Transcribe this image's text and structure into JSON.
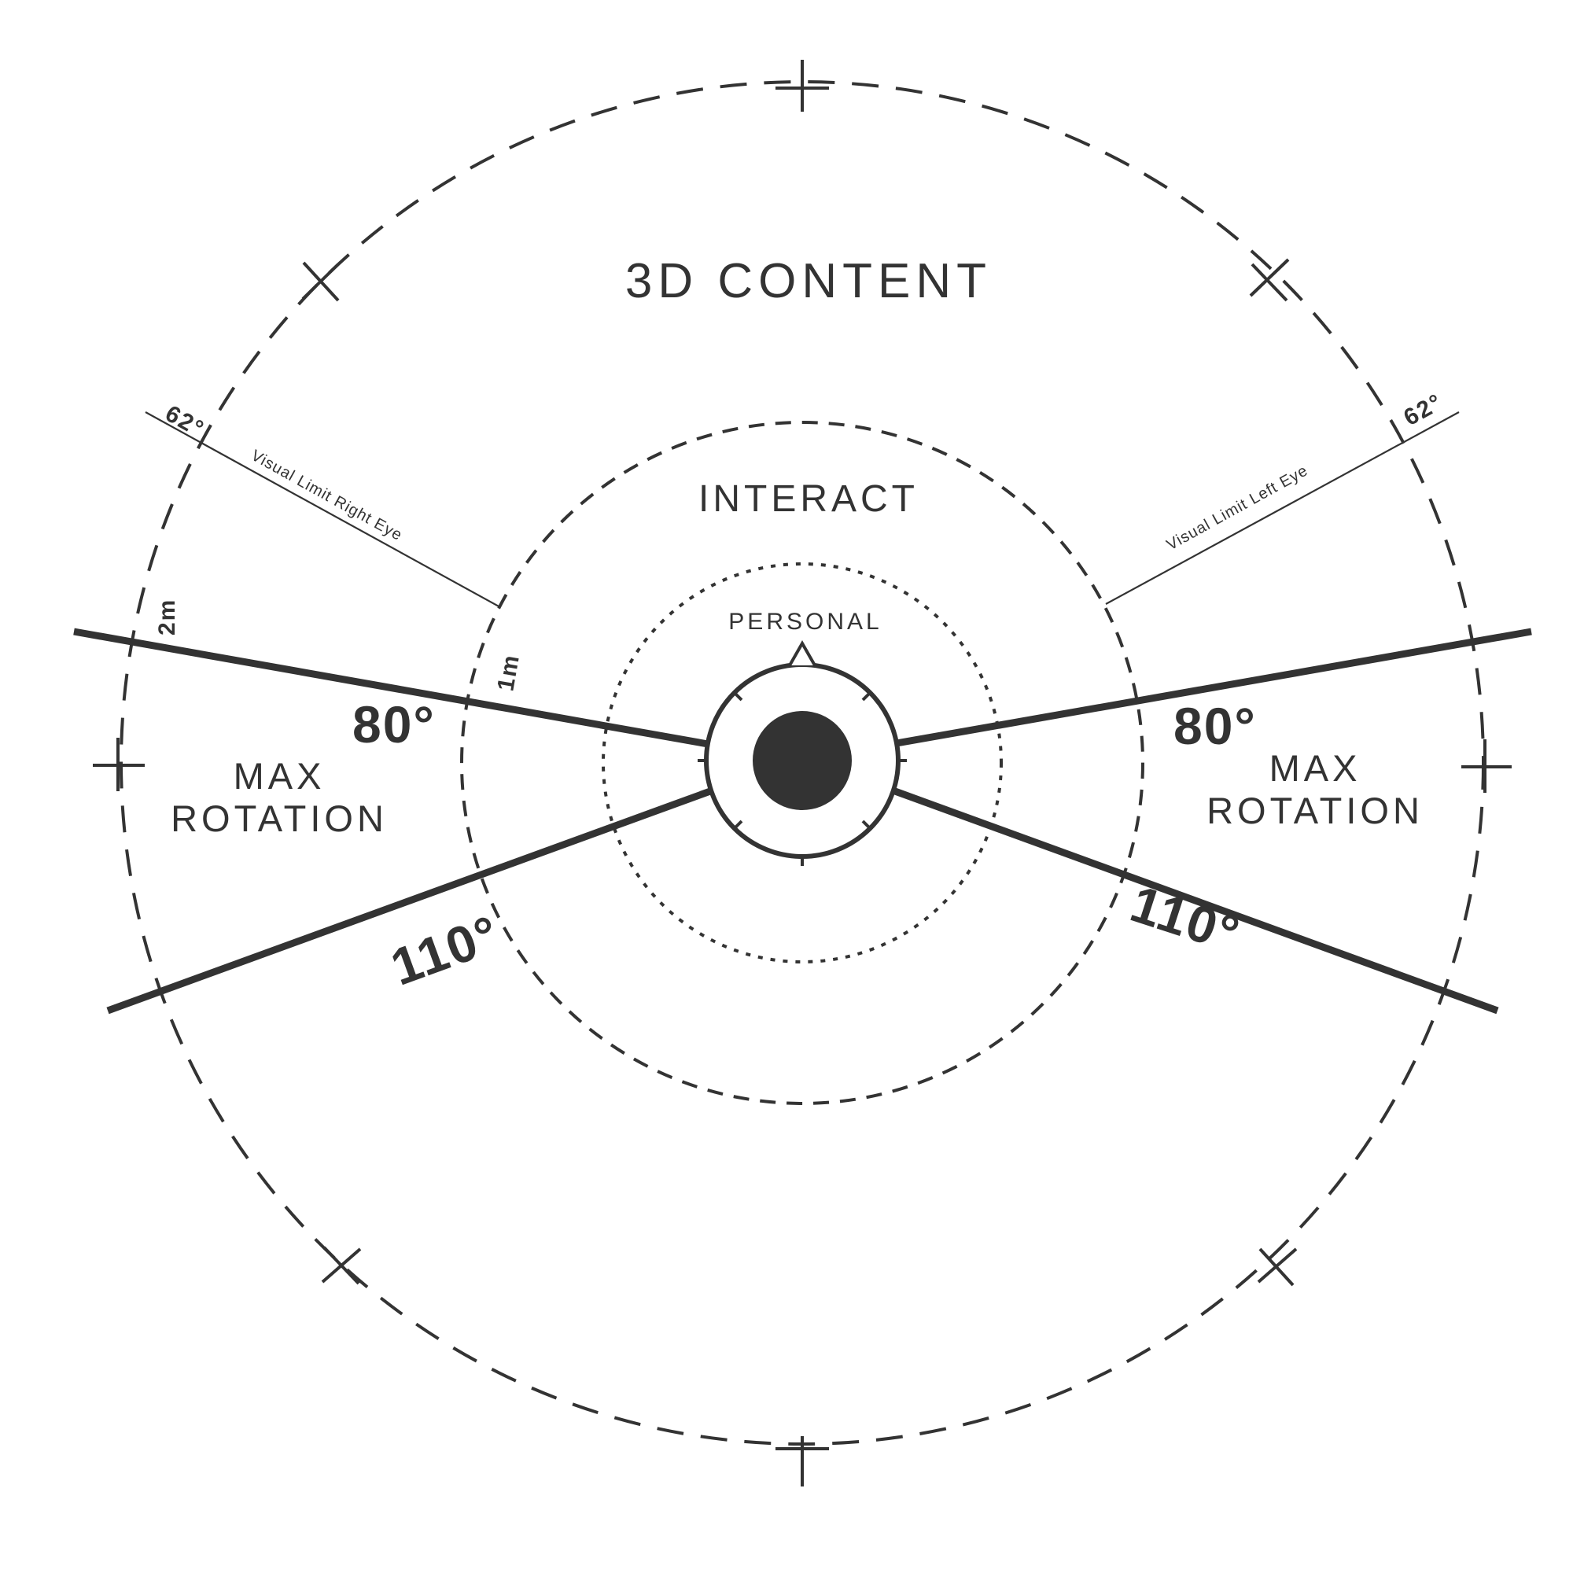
{
  "zones": {
    "outer": "3D CONTENT",
    "middle": "INTERACT",
    "inner": "PERSONAL"
  },
  "left_region": {
    "line1": "MAX",
    "line2": "ROTATION",
    "upper_angle": "80°",
    "lower_angle": "110°",
    "visual_limit_label": "Visual Limit Right Eye",
    "visual_limit_angle": "62°"
  },
  "right_region": {
    "line1": "MAX",
    "line2": "ROTATION",
    "upper_angle": "80°",
    "lower_angle": "110°",
    "visual_limit_label": "Visual Limit Left Eye",
    "visual_limit_angle": "62°"
  },
  "distances": {
    "outer_ring": "2m",
    "middle_ring": "1m"
  },
  "colors": {
    "ink": "#333333",
    "background": "#ffffff"
  }
}
